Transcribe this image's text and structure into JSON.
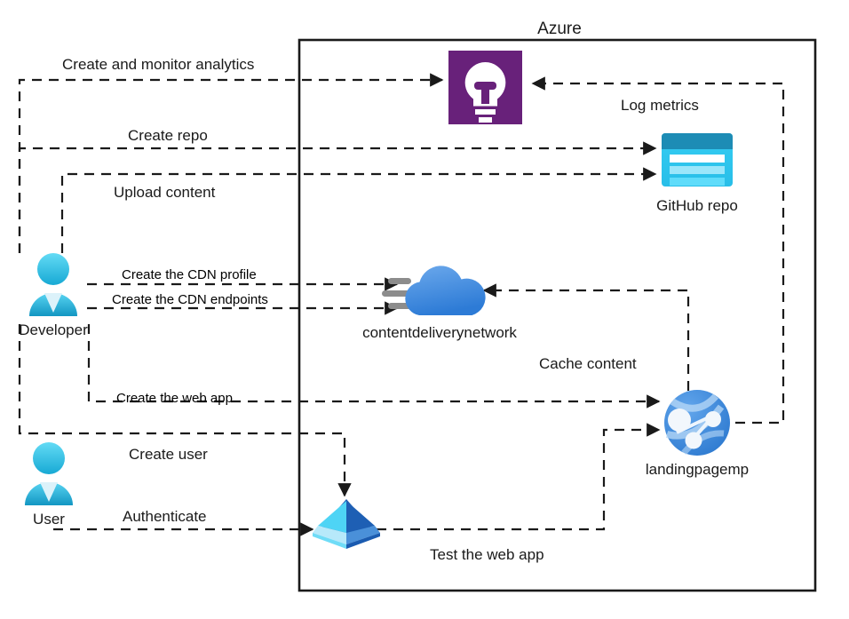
{
  "diagram": {
    "title": "Azure",
    "boundary": {
      "label": "Azure"
    },
    "actors": [
      {
        "id": "developer",
        "label": "Developer",
        "icon": "person-icon"
      },
      {
        "id": "user",
        "label": "User",
        "icon": "person-icon"
      }
    ],
    "nodes": [
      {
        "id": "appinsights",
        "label": "",
        "icon": "application-insights-icon",
        "color": "#68217A"
      },
      {
        "id": "github",
        "label": "GitHub repo",
        "icon": "github-repo-icon",
        "color": "#32C8F0"
      },
      {
        "id": "cdn",
        "label": "contentdeliverynetwork",
        "icon": "cdn-cloud-icon",
        "color": "#4A90E2"
      },
      {
        "id": "webapp",
        "label": "landingpagemp",
        "icon": "app-service-globe-icon",
        "color": "#3E8EDE"
      },
      {
        "id": "aad",
        "label": "",
        "icon": "azure-ad-pyramid-icon",
        "color": "#1E6FC4"
      }
    ],
    "edges": [
      {
        "id": "create-monitor-analytics",
        "label": "Create and monitor analytics",
        "from": "developer",
        "to": "appinsights"
      },
      {
        "id": "log-metrics",
        "label": "Log metrics",
        "from": "webapp",
        "to": "appinsights"
      },
      {
        "id": "create-repo",
        "label": "Create repo",
        "from": "developer",
        "to": "github"
      },
      {
        "id": "upload-content",
        "label": "Upload content",
        "from": "developer",
        "to": "github"
      },
      {
        "id": "create-cdn-profile",
        "label": "Create the CDN profile",
        "from": "developer",
        "to": "cdn"
      },
      {
        "id": "create-cdn-endpoints",
        "label": "Create the CDN endpoints",
        "from": "developer",
        "to": "cdn"
      },
      {
        "id": "cache-content",
        "label": "Cache content",
        "from": "webapp",
        "to": "cdn"
      },
      {
        "id": "create-web-app",
        "label": "Create the web app",
        "from": "developer",
        "to": "webapp"
      },
      {
        "id": "create-user",
        "label": "Create user",
        "from": "developer",
        "to": "aad"
      },
      {
        "id": "authenticate",
        "label": "Authenticate",
        "from": "user",
        "to": "aad"
      },
      {
        "id": "test-the-web-app",
        "label": "Test the web app",
        "from": "aad",
        "to": "webapp"
      }
    ],
    "colors": {
      "line": "#1a1a1a",
      "app_insights_purple": "#68217A",
      "github_cyan": "#32C8F0",
      "github_header": "#1D8CB5",
      "cdn_blue": "#4A90E2",
      "cdn_gray": "#8C8C8C",
      "globe_blue": "#3E8EDE",
      "person_cyan": "#1EB5E0",
      "aad_light": "#50D7F5",
      "aad_dark": "#1E5FB4"
    }
  }
}
